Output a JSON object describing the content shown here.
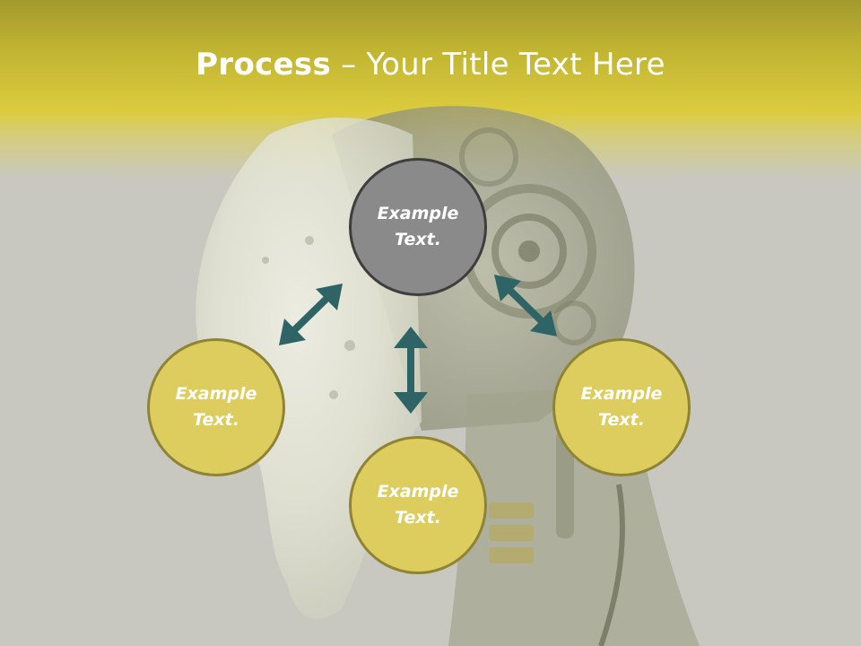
{
  "slide": {
    "title_bold": "Process",
    "title_rest": " – Your Title Text Here"
  },
  "nodes": [
    {
      "id": "top",
      "line1": "Example",
      "line2": "Text."
    },
    {
      "id": "left",
      "line1": "Example",
      "line2": "Text."
    },
    {
      "id": "bottom",
      "line1": "Example",
      "line2": "Text."
    },
    {
      "id": "right",
      "line1": "Example",
      "line2": "Text."
    }
  ],
  "colors": {
    "header_gold": "#dccb3e",
    "node_fill_yellow": "#dccd5e",
    "node_border_yellow": "#8f8433",
    "node_fill_gray": "#8a8a8a",
    "arrow_teal": "#2f6466",
    "background": "#c8c8c1"
  },
  "icons": [
    "double-headed-arrow-icon"
  ]
}
